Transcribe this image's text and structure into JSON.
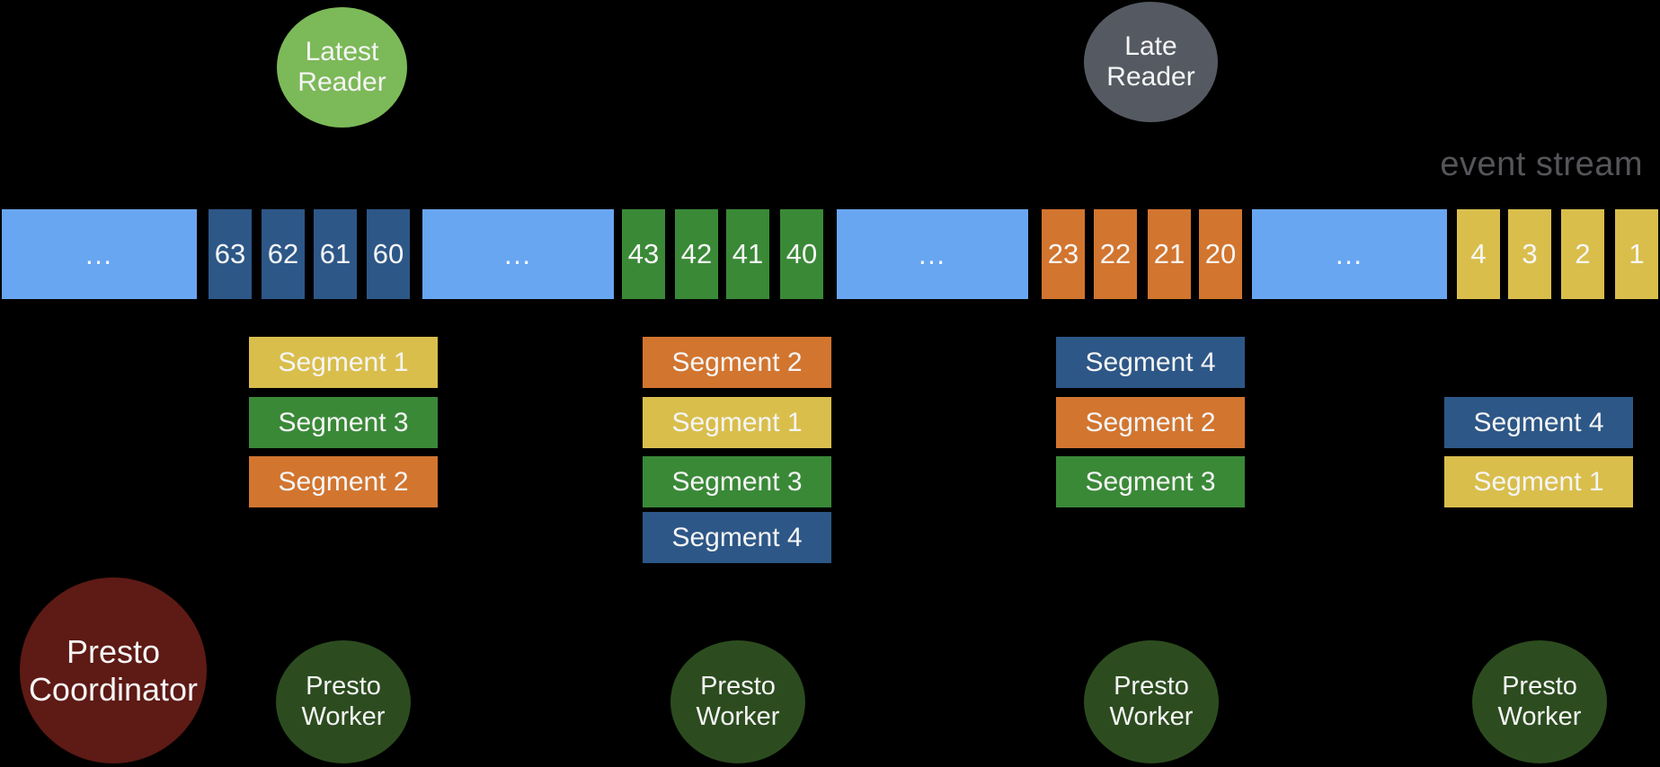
{
  "slide": {
    "background": "#000000"
  },
  "stream": {
    "label": "event stream",
    "label_color": "#55555A",
    "gap_color": "#69A6F2",
    "groups": [
      {
        "type": "gap",
        "text": "…"
      },
      {
        "type": "events",
        "color": "#2D5787",
        "numbers": [
          "63",
          "62",
          "61",
          "60"
        ]
      },
      {
        "type": "gap",
        "text": "…"
      },
      {
        "type": "events",
        "color": "#3A8937",
        "numbers": [
          "43",
          "42",
          "41",
          "40"
        ]
      },
      {
        "type": "gap",
        "text": "…"
      },
      {
        "type": "events",
        "color": "#D2752F",
        "numbers": [
          "23",
          "22",
          "21",
          "20"
        ]
      },
      {
        "type": "gap",
        "text": "…"
      },
      {
        "type": "events",
        "color": "#D9BE4C",
        "numbers": [
          "4",
          "3",
          "2",
          "1"
        ]
      }
    ]
  },
  "readers": [
    {
      "label": "Latest\nReader",
      "color": "#7CB958"
    },
    {
      "label": "Late\nReader",
      "color": "#555A62"
    }
  ],
  "segment_columns": [
    {
      "segments": [
        {
          "label": "Segment 1",
          "color": "#D9BE4C"
        },
        {
          "label": "Segment 3",
          "color": "#3A8937"
        },
        {
          "label": "Segment 2",
          "color": "#D2752F"
        }
      ]
    },
    {
      "segments": [
        {
          "label": "Segment 2",
          "color": "#D2752F"
        },
        {
          "label": "Segment 1",
          "color": "#D9BE4C"
        },
        {
          "label": "Segment 3",
          "color": "#3A8937"
        },
        {
          "label": "Segment 4",
          "color": "#2D5787"
        }
      ]
    },
    {
      "segments": [
        {
          "label": "Segment 4",
          "color": "#2D5787"
        },
        {
          "label": "Segment 2",
          "color": "#D2752F"
        },
        {
          "label": "Segment 3",
          "color": "#3A8937"
        }
      ]
    },
    {
      "segments": [
        {
          "label": "Segment 4",
          "color": "#2D5787"
        },
        {
          "label": "Segment 1",
          "color": "#D9BE4C"
        }
      ]
    }
  ],
  "nodes": {
    "coordinator": {
      "label": "Presto\nCoordinator",
      "color": "#5E1A15"
    },
    "worker_color": "#2C4C1F",
    "workers": [
      {
        "label": "Presto\nWorker"
      },
      {
        "label": "Presto\nWorker"
      },
      {
        "label": "Presto\nWorker"
      },
      {
        "label": "Presto\nWorker"
      }
    ]
  }
}
